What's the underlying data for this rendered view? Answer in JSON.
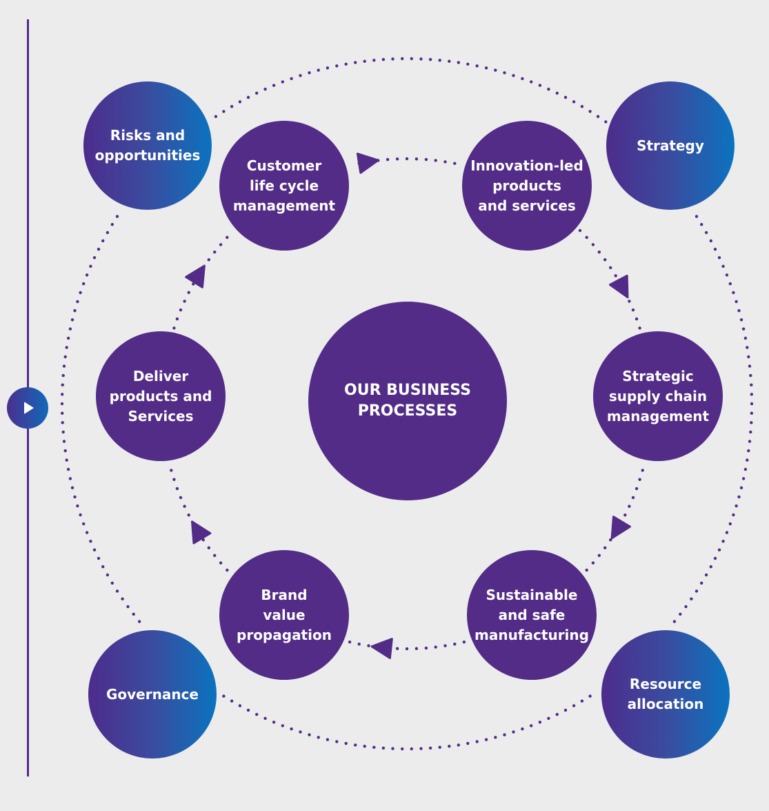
{
  "center": {
    "label": "OUR BUSINESS\nPROCESSES"
  },
  "outer_nodes": {
    "risks": "Risks and\nopportunities",
    "strategy": "Strategy",
    "governance": "Governance",
    "resource": "Resource\nallocation"
  },
  "inner_nodes": {
    "customer": "Customer\nlife cycle\nmanagement",
    "innovation": "Innovation-led\nproducts\nand services",
    "supply": "Strategic\nsupply chain\nmanagement",
    "manufacturing": "Sustainable\nand safe\nmanufacturing",
    "brand": "Brand\nvalue\npropagation",
    "deliver": "Deliver\nproducts and\nServices"
  },
  "colors": {
    "purple": "#532c87",
    "blue": "#0a73bf",
    "background": "#ececec",
    "text": "#ffffff"
  },
  "icons": {
    "play": "play-icon",
    "arrow": "triangle-arrow-icon"
  }
}
